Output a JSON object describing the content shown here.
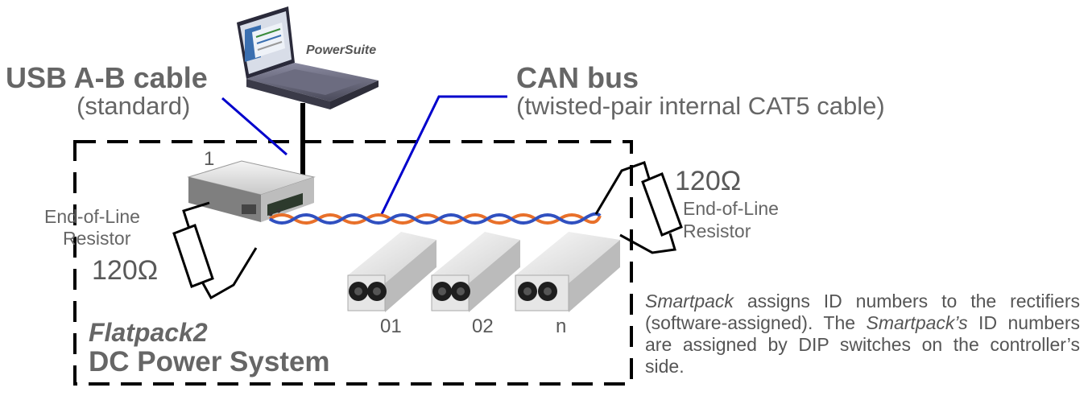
{
  "labels": {
    "usb_title": "USB A-B cable",
    "usb_sub": "(standard)",
    "can_title": "CAN bus",
    "can_sub": "(twisted-pair internal CAT5 cable)",
    "powersuite": "PowerSuite",
    "controller_number": "1",
    "eol_left_line1": "End-of-Line",
    "eol_left_line2": "Resistor",
    "ohm_left": "120Ω",
    "ohm_right": "120Ω",
    "eol_right_line1": "End-of-Line",
    "eol_right_line2": "Resistor",
    "rectifier_ids": [
      "01",
      "02",
      "n"
    ],
    "system_name": "Flatpack2",
    "system_type": "DC Power System"
  },
  "note": {
    "part1_italic": "Smartpack",
    "part2": " assigns ID numbers to the recti­fiers (software-assigned). The ",
    "part3_italic": "Smartpack’s",
    "part4": " ID numbers are assigned by DIP switches on the controller’s side."
  },
  "colors": {
    "text": "#666666",
    "pointer_line": "#0000cc",
    "twisted_orange": "#e8702a",
    "twisted_blue": "#3050c0",
    "border": "#000000"
  }
}
